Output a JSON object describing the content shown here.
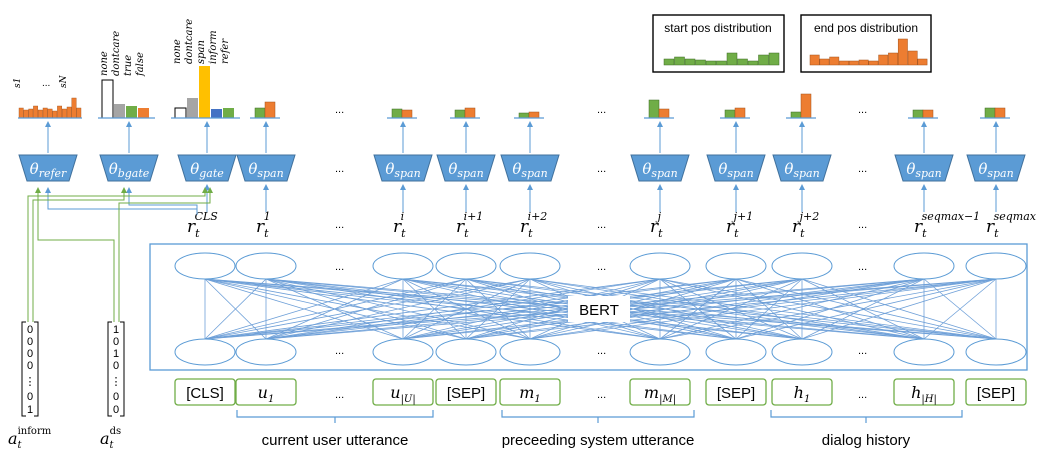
{
  "legend": {
    "start_label": "start pos distribution",
    "end_label": "end pos distribution"
  },
  "refer_labels": {
    "first": "s1",
    "dots": "...",
    "last": "sN"
  },
  "gate_labels": {
    "bgate": [
      "none",
      "dontcare",
      "true",
      "false"
    ],
    "gate": [
      "none",
      "dontcare",
      "span",
      "inform",
      "refer"
    ]
  },
  "heads": [
    {
      "base": "θ",
      "sub": "refer"
    },
    {
      "base": "θ",
      "sub": "bgate"
    },
    {
      "base": "θ",
      "sub": "gate"
    },
    {
      "base": "θ",
      "sub": "span"
    },
    {
      "base": "θ",
      "sub": "span"
    },
    {
      "base": "θ",
      "sub": "span"
    },
    {
      "base": "θ",
      "sub": "span"
    },
    {
      "base": "θ",
      "sub": "span"
    },
    {
      "base": "θ",
      "sub": "span"
    },
    {
      "base": "θ",
      "sub": "span"
    },
    {
      "base": "θ",
      "sub": "span"
    }
  ],
  "reprs": [
    {
      "base": "r",
      "sub": "t",
      "sup": "CLS"
    },
    {
      "base": "r",
      "sub": "t",
      "sup": "1"
    },
    {
      "base": "r",
      "sub": "t",
      "sup": "i"
    },
    {
      "base": "r",
      "sub": "t",
      "sup": "i+1"
    },
    {
      "base": "r",
      "sub": "t",
      "sup": "i+2"
    },
    {
      "base": "r",
      "sub": "t",
      "sup": "j"
    },
    {
      "base": "r",
      "sub": "t",
      "sup": "j+1"
    },
    {
      "base": "r",
      "sub": "t",
      "sup": "j+2"
    },
    {
      "base": "r",
      "sub": "t",
      "sup": "seqmax−1"
    },
    {
      "base": "r",
      "sub": "t",
      "sup": "seqmax"
    }
  ],
  "bert_label": "BERT",
  "tokens": [
    {
      "base": "[CLS]"
    },
    {
      "base": "u",
      "sub": "1"
    },
    {
      "base": "u",
      "sub": "|U|"
    },
    {
      "base": "[SEP]"
    },
    {
      "base": "m",
      "sub": "1"
    },
    {
      "base": "m",
      "sub": "|M|"
    },
    {
      "base": "[SEP]"
    },
    {
      "base": "h",
      "sub": "1"
    },
    {
      "base": "h",
      "sub": "|H|"
    },
    {
      "base": "[SEP]"
    }
  ],
  "segments": {
    "user": "current user utterance",
    "system": "preceeding system utterance",
    "history": "dialog history"
  },
  "inputs": {
    "inform": {
      "base": "a",
      "sub": "t",
      "sup": "inform",
      "vector": [
        "0",
        "0",
        "0",
        "0",
        "⋮",
        "0",
        "1"
      ]
    },
    "ds": {
      "base": "a",
      "sub": "t",
      "sup": "ds",
      "vector": [
        "1",
        "0",
        "1",
        "0",
        "⋮",
        "0",
        "0"
      ]
    }
  },
  "ellipsis": "...",
  "colors": {
    "node_blue": "#5b9bd5",
    "line_blue": "#6fa0d8",
    "green": "#70ad47",
    "orange": "#ed7d31",
    "gray": "#a5a5a5",
    "yellow": "#ffc000",
    "token_border": "#70ad47"
  }
}
